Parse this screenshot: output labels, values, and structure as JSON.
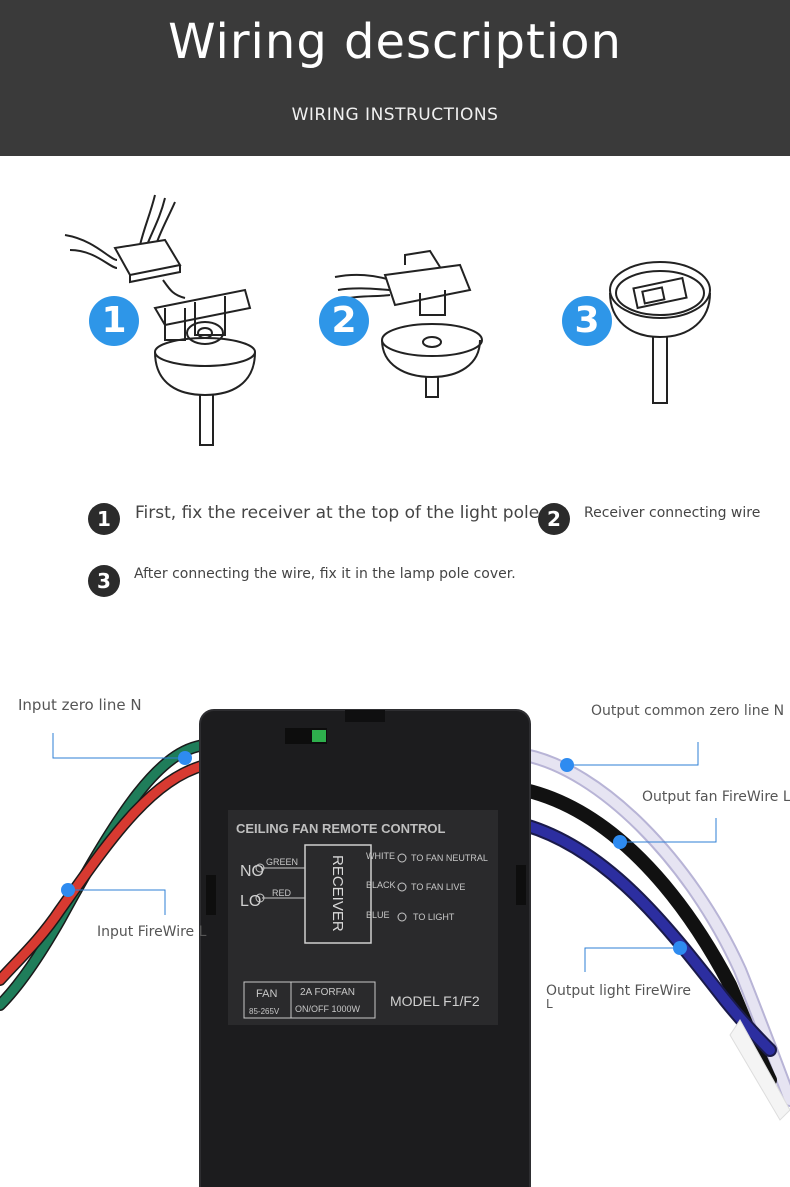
{
  "header": {
    "title": "Wiring description",
    "subtitle": "WIRING INSTRUCTIONS"
  },
  "steps": [
    {
      "number": "1"
    },
    {
      "number": "2"
    },
    {
      "number": "3"
    }
  ],
  "notes": [
    {
      "number": "1",
      "text": "First, fix the receiver at the top of the light pole."
    },
    {
      "number": "2",
      "text": "Receiver connecting wire"
    },
    {
      "number": "3",
      "text": "After connecting the wire, fix it in the lamp pole cover."
    }
  ],
  "labels": {
    "input_zero": "Input zero line N",
    "input_fire": "Input FireWire L",
    "output_common": "Output common zero line N",
    "output_fan": "Output fan FireWire L",
    "output_light_1": "Output light FireWire",
    "output_light_2": "L"
  },
  "receiver_box": {
    "top_text": "CEILING FAN REMOTE CONTROL",
    "receiver": "RECEIVER",
    "no": "NO",
    "lo": "LO",
    "green": "GREEN",
    "red": "RED",
    "white": "WHITE",
    "black": "BLACK",
    "blue": "BLUE",
    "to_fan_neutral": "TO FAN NEUTRAL",
    "to_fan_live": "TO FAN LIVE",
    "to_light": "TO LIGHT",
    "fan": "FAN",
    "voltage": "85-265V",
    "rating_top": "2A FORFAN",
    "rating_bottom": "ON/OFF 1000W",
    "model": "MODEL F1/F2"
  }
}
